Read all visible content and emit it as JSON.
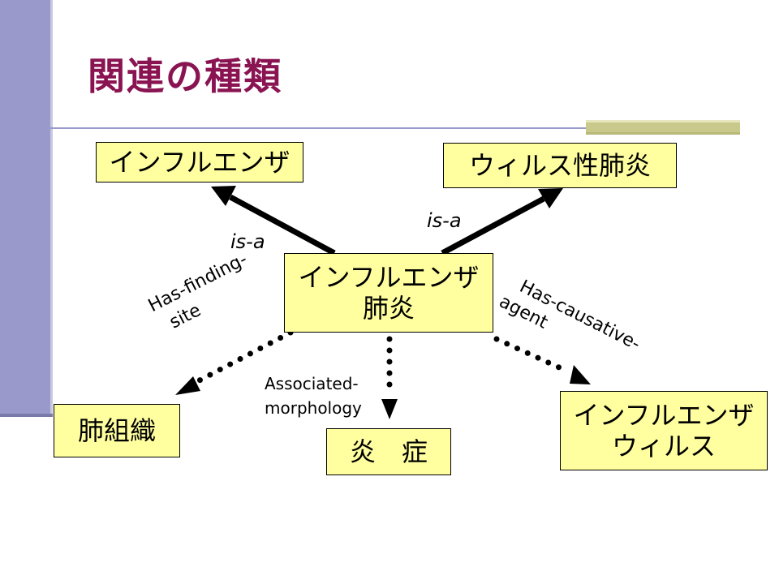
{
  "title": "関連の種類",
  "nodes": {
    "influenza": {
      "label": "インフルエンザ"
    },
    "viral_pneumonia": {
      "label": "ウィルス性肺炎"
    },
    "influenza_pneumonia": {
      "line1": "インフルエンザ",
      "line2": "肺炎"
    },
    "lung_tissue": {
      "label": "肺組織"
    },
    "inflammation": {
      "label": "炎　症"
    },
    "influenza_virus": {
      "line1": "インフルエンザ",
      "line2": "ウィルス"
    }
  },
  "relations": {
    "is_a_left": "is-a",
    "is_a_right": "is-a",
    "finding_site_line1": "Has-finding-",
    "finding_site_line2": "site",
    "morphology_line1": "Associated-",
    "morphology_line2": "morphology",
    "causative_line1": "Has-causative-",
    "causative_line2": "agent"
  },
  "colors": {
    "node_fill": "#ffffa0",
    "title": "#8a1452",
    "accent_bar": "#9999cc",
    "olive_bar": "#c9c98c"
  }
}
